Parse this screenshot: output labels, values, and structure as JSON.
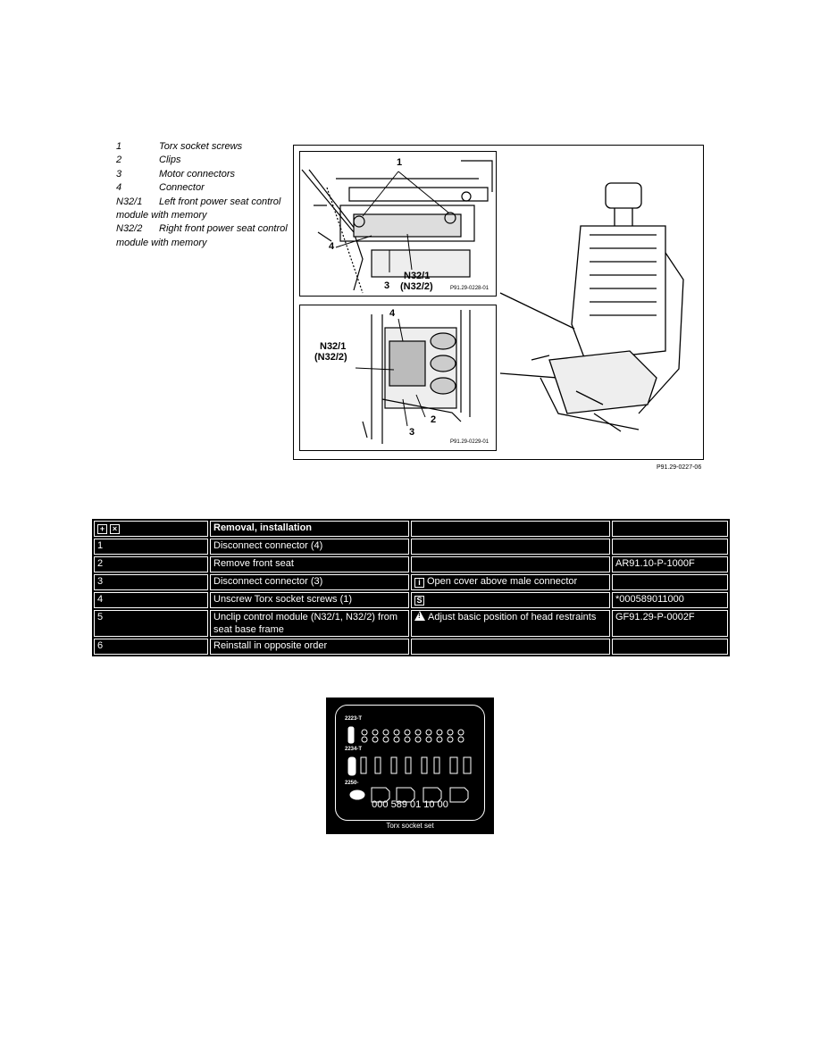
{
  "legend": [
    {
      "code": "1",
      "text": "Torx socket screws"
    },
    {
      "code": "2",
      "text": "Clips"
    },
    {
      "code": "3",
      "text": "Motor connectors"
    },
    {
      "code": "4",
      "text": "Connector"
    },
    {
      "code": "N32/1",
      "text": "Left front power seat control module with memory"
    },
    {
      "code": "N32/2",
      "text": "Right front power seat control module with memory"
    }
  ],
  "figure": {
    "inset1_callouts": {
      "c1": "1",
      "c4": "4",
      "c3": "3",
      "n1": "N32/1",
      "n2": "(N32/2)"
    },
    "inset1_ref": "P91.29-0228-01",
    "inset2_callouts": {
      "c4": "4",
      "n1": "N32/1",
      "n2": "(N32/2)",
      "c2": "2",
      "c3": "3"
    },
    "inset2_ref": "P91.29-0229-01",
    "figure_ref": "P91.29-0227-06"
  },
  "table": {
    "header": {
      "title": "Removal, installation"
    },
    "rows": [
      {
        "num": "1",
        "step": "Disconnect connector (4)",
        "note": "",
        "ref": ""
      },
      {
        "num": "2",
        "step": "Remove front seat",
        "note": "",
        "ref": "AR91.10-P-1000F"
      },
      {
        "num": "3",
        "step": "Disconnect connector (3)",
        "note": "Open cover above male connector",
        "ref": ""
      },
      {
        "num": "4",
        "step": "Unscrew Torx socket screws (1)",
        "note": "",
        "ref": "*000589011000"
      },
      {
        "num": "5",
        "step": "Unclip control module (N32/1, N32/2) from seat base frame",
        "note": "Adjust basic position of head restraints",
        "ref": "GF91.29-P-0002F"
      },
      {
        "num": "6",
        "step": "Reinstall in opposite order",
        "note": "",
        "ref": ""
      }
    ]
  },
  "tool": {
    "part_number": "000 589 01 10 00",
    "caption": "Torx socket set",
    "group1": "2223-T",
    "group2": "2234-T",
    "group3": "2250-"
  }
}
